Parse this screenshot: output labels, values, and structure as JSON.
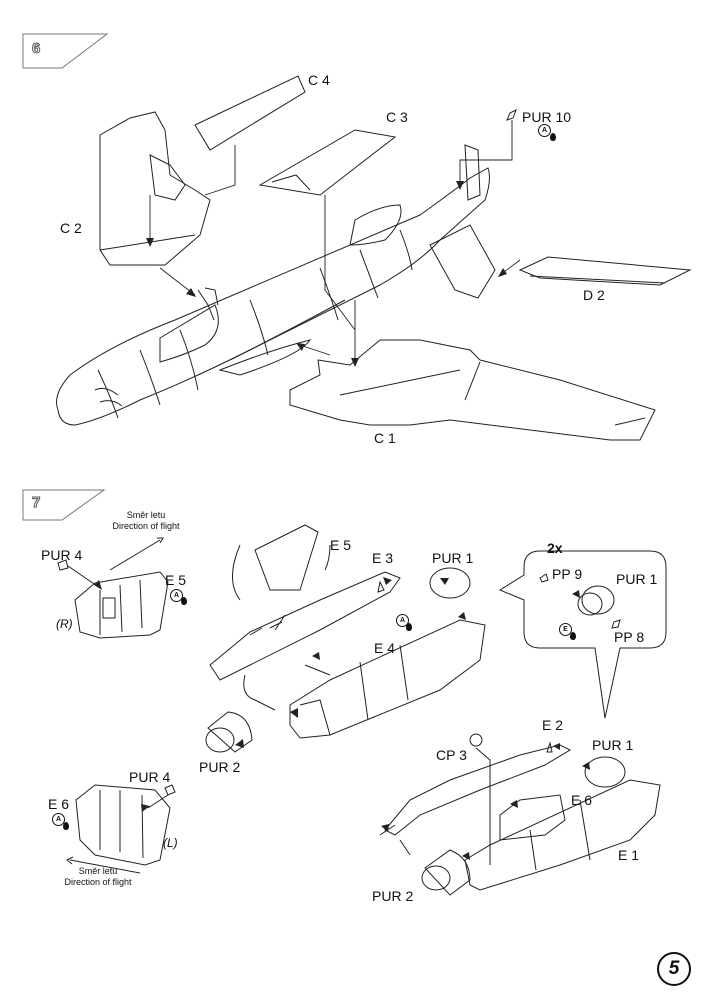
{
  "steps": [
    {
      "number": "6"
    },
    {
      "number": "7"
    }
  ],
  "step6": {
    "parts": {
      "c4": "C 4",
      "c3": "C 3",
      "c2": "C 2",
      "c1": "C 1",
      "d2": "D 2",
      "pur10": "PUR 10"
    },
    "glue_mark": "A"
  },
  "step7": {
    "direction_right": {
      "czech": "Směr letu",
      "english": "Direction of flight"
    },
    "direction_left": {
      "czech": "Směr letu",
      "english": "Direction of flight"
    },
    "right_insert": {
      "pur4": "PUR 4",
      "e5": "E 5",
      "side": "(R)",
      "glue": "A"
    },
    "left_insert": {
      "pur4": "PUR 4",
      "e6": "E 6",
      "side": "(L)",
      "glue": "A"
    },
    "upper_nacelle": {
      "e5": "E 5",
      "e3": "E 3",
      "pur1": "PUR 1",
      "e4": "E 4",
      "pur2": "PUR 2",
      "glue": "A"
    },
    "detail": {
      "count": "2x",
      "pp9": "PP 9",
      "pur1": "PUR 1",
      "pp8": "PP 8",
      "glue": "E"
    },
    "lower_nacelle": {
      "e2": "E 2",
      "cp3": "CP 3",
      "pur1": "PUR 1",
      "e6": "E 6",
      "e1": "E 1",
      "pur2": "PUR 2"
    }
  },
  "page_number": "5",
  "icons": [
    "step-tab-icon",
    "glue-droplet-icon",
    "direction-arrow-icon"
  ]
}
